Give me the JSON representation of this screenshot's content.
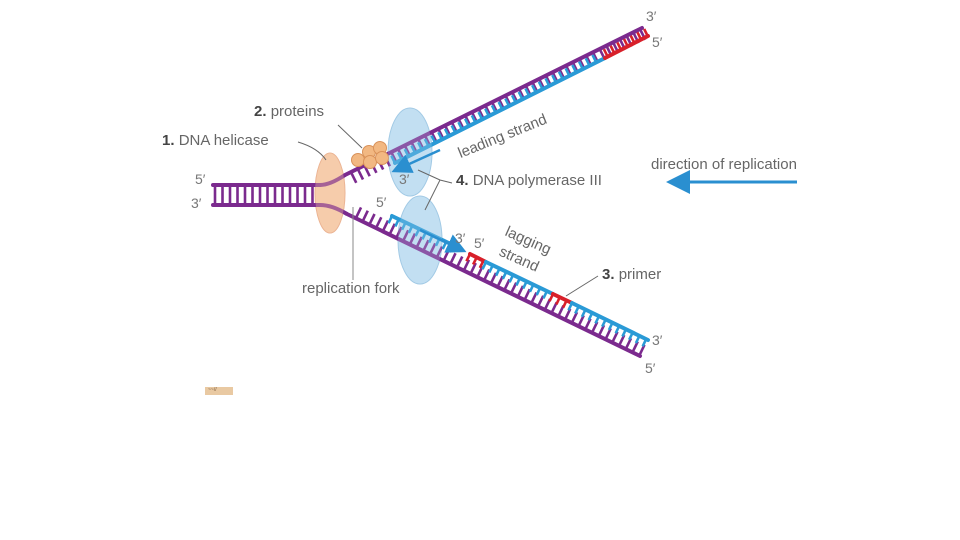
{
  "labels": {
    "helicase": {
      "num": "1.",
      "text": "DNA helicase"
    },
    "proteins": {
      "num": "2.",
      "text": "proteins"
    },
    "primer": {
      "num": "3.",
      "text": "primer"
    },
    "polymerase": {
      "num": "4.",
      "text": "DNA polymerase III"
    },
    "leading": "leading strand",
    "lagging_1": "lagging",
    "lagging_2": "strand",
    "fork": "replication fork",
    "direction": "direction of replication"
  },
  "ends": {
    "left_top": "5′",
    "left_bottom": "3′",
    "upper_top": "3′",
    "upper_bottom": "5′",
    "lower_top": "3′",
    "lower_bottom": "5′",
    "leading_inner": "3′",
    "fork_inner": "5′",
    "lagging_inner_3": "3′",
    "lagging_inner_5": "5′"
  },
  "thumbnail_text": "~~//",
  "colors": {
    "purple": "#7b2a8e",
    "blue": "#2a9ad6",
    "red": "#d8202a",
    "helicase": "#f6c9a6",
    "proteins": "#f2b882",
    "polymerase": "#bcdcf1",
    "arrow": "#2a8fd0"
  }
}
